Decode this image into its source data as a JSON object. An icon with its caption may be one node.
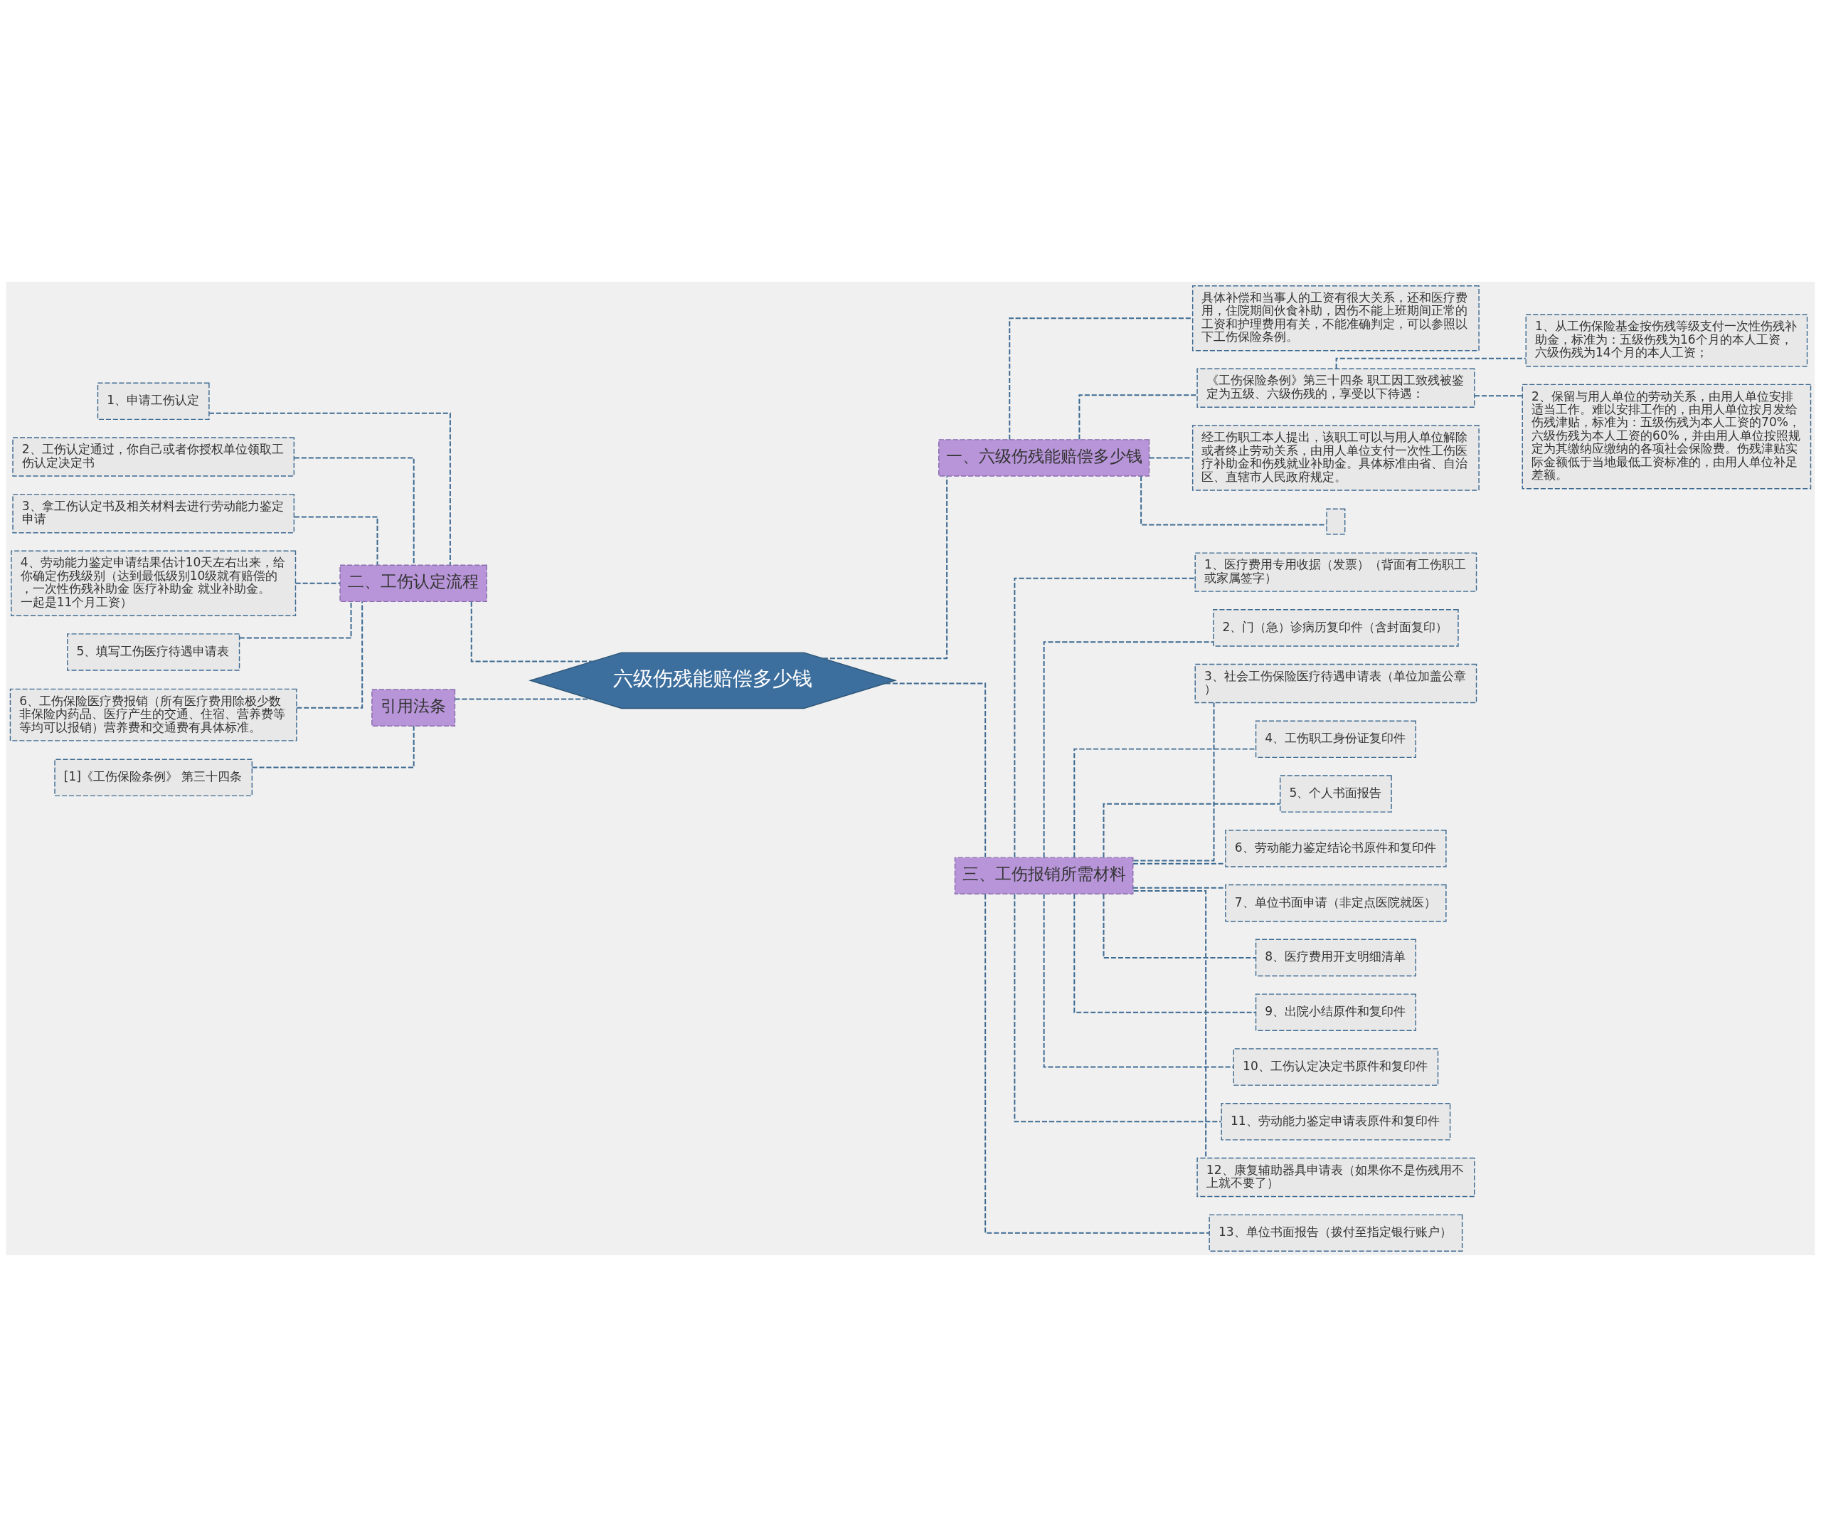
{
  "diagram": {
    "nodes": [
      {
        "text": [
          "六级伤残能赔偿多少钱"
        ]
      },
      {
        "text": [
          "一、六级伤残能赔偿多少钱"
        ]
      },
      {
        "text": [
          "具体补偿和当事人的工资有很大关系，还和医疗费用，住院期间伙食补助，因伤不能上班期间正常的工资和护理费用有关，不能准确判定，可以参照以下工伤保险条例。"
        ]
      },
      {
        "text": [
          "《工伤保险条例》第三十四条 职工因工致残被鉴定为五级、六级伤残的，享受以下待遇："
        ]
      },
      {
        "text": [
          "1、从工伤保险基金按伤残等级支付一次性伤残补助金，标准为：五级伤残为16个月的本人工资，六级伤残为14个月的本人工资；"
        ]
      },
      {
        "text": [
          "2、保留与用人单位的劳动关系，由用人单位安排适当工作。难以安排工作的，由用人单位按月发给伤残津贴，标准为：五级伤残为本人工资的70%，六级伤残为本人工资的60%，并由用人单位按照规定为其缴纳应缴纳的各项社会保险费。伤残津贴实际金额低于当地最低工资标准的，由用人单位补足差额。"
        ]
      },
      {
        "text": [
          "经工伤职工本人提出，该职工可以与用人单位解除或者终止劳动关系，由用人单位支付一次性工伤医疗补助金和伤残就业补助金。具体标准由省、自治区、直辖市人民政府规定。"
        ]
      },
      {
        "text": [],
        "shape": "box"
      },
      {
        "text": [
          "二、工伤认定流程"
        ]
      },
      {
        "text": [
          "1、申请工伤认定"
        ]
      },
      {
        "text": [
          "2、工伤认定通过，你自己或者你授权单位领取工伤认定决定书"
        ]
      },
      {
        "text": [
          "3、拿工伤认定书及相关材料去进行劳动能力鉴定申请"
        ]
      },
      {
        "text": [
          "4、劳动能力鉴定申请结果估计10天左右出来，给你确定伤残级别（达到最低级别10级就有赔偿的，一次性伤残补助金 医疗补助金 就业补助金。一起是11个月工资）"
        ]
      },
      {
        "text": [
          "5、填写工伤医疗待遇申请表"
        ]
      },
      {
        "text": [
          "6、工伤保险医疗费报销（所有医疗费用除极少数非保险内药品、医疗产生的交通、住宿、营养费等等均可以报销）营养费和交通费有具体标准。"
        ]
      },
      {
        "text": [
          "引用法条"
        ]
      },
      {
        "text": [
          "[1]《工伤保险条例》 第三十四条"
        ]
      },
      {
        "text": [
          "三、工伤报销所需材料"
        ]
      },
      {
        "text": [
          "1、医疗费用专用收据（发票）（背面有工伤职工或家属签字）"
        ]
      },
      {
        "text": [
          "2、门（急）诊病历复印件（含封面复印）"
        ]
      },
      {
        "text": [
          "3、社会工伤保险医疗待遇申请表（单位加盖公章）"
        ]
      },
      {
        "text": [
          "4、工伤职工身份证复印件"
        ]
      },
      {
        "text": [
          "5、个人书面报告"
        ]
      },
      {
        "text": [
          "6、劳动能力鉴定结论书原件和复印件"
        ]
      },
      {
        "text": [
          "7、单位书面申请（非定点医院就医）"
        ]
      },
      {
        "text": [
          "8、医疗费用开支明细清单"
        ]
      },
      {
        "text": [
          "9、出院小结原件和复印件"
        ]
      },
      {
        "text": [
          "10、工伤认定决定书原件和复印件"
        ]
      },
      {
        "text": [
          "11、劳动能力鉴定申请表原件和复印件"
        ]
      },
      {
        "text": [
          "12、康复辅助器具申请表（如果你不是伤残用不上就不要了）"
        ]
      },
      {
        "text": [
          "13、单位书面报告（拨付至指定银行账户）"
        ]
      }
    ],
    "edges": [
      {
        "from": 0,
        "to": 1,
        "arrow": "none",
        "style": "dashed"
      },
      {
        "from": 1,
        "to": 2,
        "arrow": "none",
        "style": "dashed"
      },
      {
        "from": 1,
        "to": 3,
        "arrow": "none",
        "style": "dashed"
      },
      {
        "from": 3,
        "to": 4,
        "arrow": "none",
        "style": "dashed"
      },
      {
        "from": 3,
        "to": 5,
        "arrow": "none",
        "style": "dashed"
      },
      {
        "from": 1,
        "to": 6,
        "arrow": "none",
        "style": "dashed"
      },
      {
        "from": 1,
        "to": 7,
        "arrow": "none",
        "style": "dashed"
      },
      {
        "from": 0,
        "to": 8,
        "arrow": "none",
        "style": "dashed"
      },
      {
        "from": 8,
        "to": 9,
        "arrow": "none",
        "style": "dashed"
      },
      {
        "from": 8,
        "to": 10,
        "arrow": "none",
        "style": "dashed"
      },
      {
        "from": 8,
        "to": 11,
        "arrow": "none",
        "style": "dashed"
      },
      {
        "from": 8,
        "to": 12,
        "arrow": "none",
        "style": "dashed"
      },
      {
        "from": 8,
        "to": 13,
        "arrow": "none",
        "style": "dashed"
      },
      {
        "from": 8,
        "to": 14,
        "arrow": "none",
        "style": "dashed"
      },
      {
        "from": 0,
        "to": 15,
        "arrow": "none",
        "style": "dashed"
      },
      {
        "from": 15,
        "to": 16,
        "arrow": "none",
        "style": "dashed"
      },
      {
        "from": 0,
        "to": 17,
        "arrow": "none",
        "style": "dashed"
      },
      {
        "from": 17,
        "to": 18,
        "arrow": "none",
        "style": "dashed"
      },
      {
        "from": 17,
        "to": 19,
        "arrow": "none",
        "style": "dashed"
      },
      {
        "from": 17,
        "to": 20,
        "arrow": "none",
        "style": "dashed"
      },
      {
        "from": 17,
        "to": 21,
        "arrow": "none",
        "style": "dashed"
      },
      {
        "from": 17,
        "to": 22,
        "arrow": "none",
        "style": "dashed"
      },
      {
        "from": 17,
        "to": 23,
        "arrow": "none",
        "style": "dashed"
      },
      {
        "from": 17,
        "to": 24,
        "arrow": "none",
        "style": "dashed"
      },
      {
        "from": 17,
        "to": 25,
        "arrow": "none",
        "style": "dashed"
      },
      {
        "from": 17,
        "to": 26,
        "arrow": "none",
        "style": "dashed"
      },
      {
        "from": 17,
        "to": 27,
        "arrow": "none",
        "style": "dashed"
      },
      {
        "from": 17,
        "to": 28,
        "arrow": "none",
        "style": "dashed"
      },
      {
        "from": 17,
        "to": 29,
        "arrow": "none",
        "style": "dashed"
      },
      {
        "from": 17,
        "to": 30,
        "arrow": "none",
        "style": "dashed"
      }
    ]
  }
}
